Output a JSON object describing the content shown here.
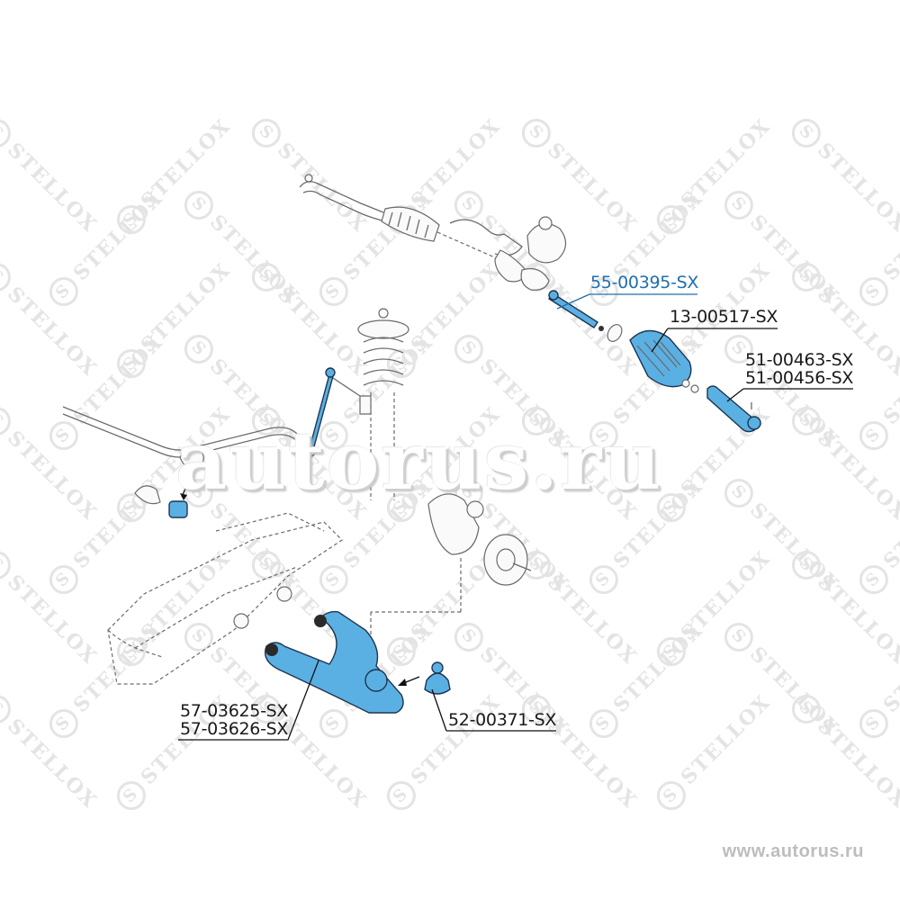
{
  "diagram": {
    "type": "exploded-parts-diagram",
    "subject": "front suspension and steering",
    "brand_watermark": "STELLOX",
    "site_watermark": "autorus.ru",
    "footer_url": "www.autorus.ru",
    "highlight_color": "#5ab0e3",
    "label_color": "#1a1a1a",
    "active_label_color": "#1f6fb0"
  },
  "parts": [
    {
      "id": "tie-rod",
      "labels": [
        "55-00395-SX"
      ],
      "active": true
    },
    {
      "id": "steering-boot",
      "labels": [
        "13-00517-SX"
      ],
      "active": false
    },
    {
      "id": "tie-rod-end",
      "labels": [
        "51-00463-SX",
        "51-00456-SX"
      ],
      "active": false
    },
    {
      "id": "control-arm",
      "labels": [
        "57-03625-SX",
        "57-03626-SX"
      ],
      "active": false
    },
    {
      "id": "ball-joint",
      "labels": [
        "52-00371-SX"
      ],
      "active": false
    }
  ],
  "components_unlabeled": [
    "steering-rack",
    "coil-spring-strut",
    "stabilizer-link",
    "stabilizer-bar",
    "stabilizer-bushing",
    "steering-knuckle",
    "wheel-hub",
    "subframe"
  ]
}
